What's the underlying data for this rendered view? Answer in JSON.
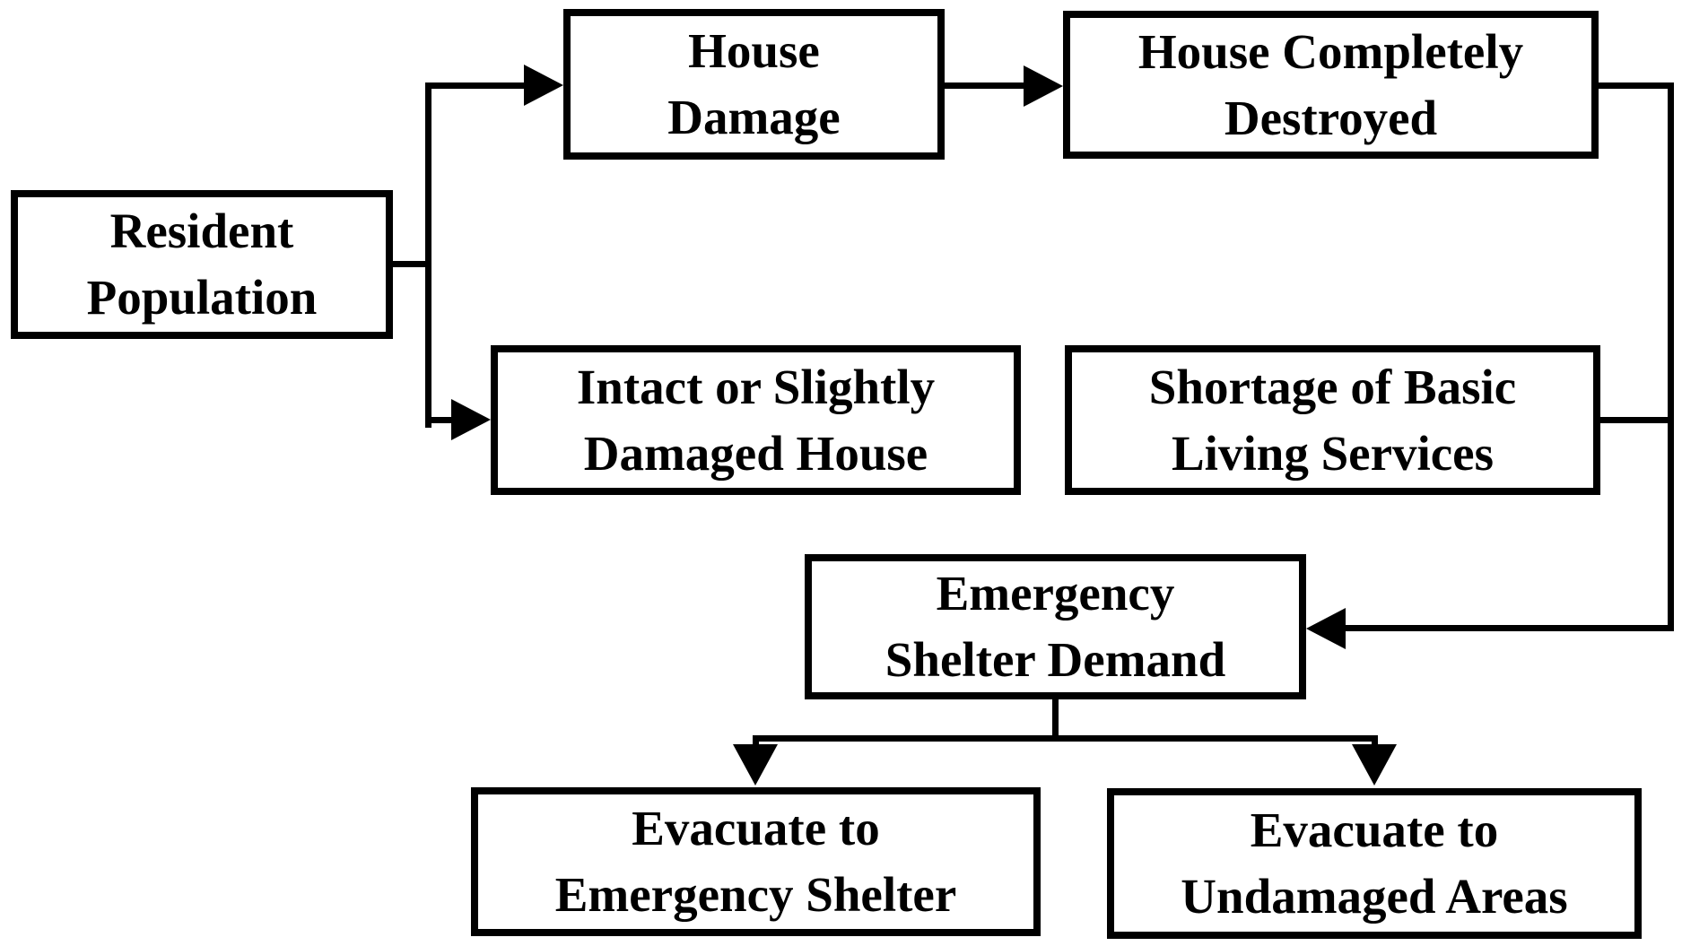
{
  "colors": {
    "line": "#000000",
    "background": "#ffffff"
  },
  "nodes": {
    "resident_population": {
      "label": "Resident\nPopulation"
    },
    "house_damage": {
      "label": "House\nDamage"
    },
    "house_completely_destroyed": {
      "label": "House Completely\nDestroyed"
    },
    "intact_or_slightly_damaged_house": {
      "label": "Intact or Slightly\nDamaged House"
    },
    "shortage_of_basic_living_services": {
      "label": "Shortage of Basic\nLiving Services"
    },
    "emergency_shelter_demand": {
      "label": "Emergency\nShelter Demand"
    },
    "evacuate_to_emergency_shelter": {
      "label": "Evacuate to\nEmergency Shelter"
    },
    "evacuate_to_undamaged_areas": {
      "label": "Evacuate to\nUndamaged Areas"
    }
  },
  "edges": [
    {
      "from": "resident_population",
      "to": "house_damage"
    },
    {
      "from": "resident_population",
      "to": "intact_or_slightly_damaged_house"
    },
    {
      "from": "house_damage",
      "to": "house_completely_destroyed"
    },
    {
      "from": "intact_or_slightly_damaged_house",
      "to": "shortage_of_basic_living_services"
    },
    {
      "from": "house_completely_destroyed",
      "to": "emergency_shelter_demand"
    },
    {
      "from": "shortage_of_basic_living_services",
      "to": "emergency_shelter_demand"
    },
    {
      "from": "emergency_shelter_demand",
      "to": "evacuate_to_emergency_shelter"
    },
    {
      "from": "emergency_shelter_demand",
      "to": "evacuate_to_undamaged_areas"
    }
  ]
}
